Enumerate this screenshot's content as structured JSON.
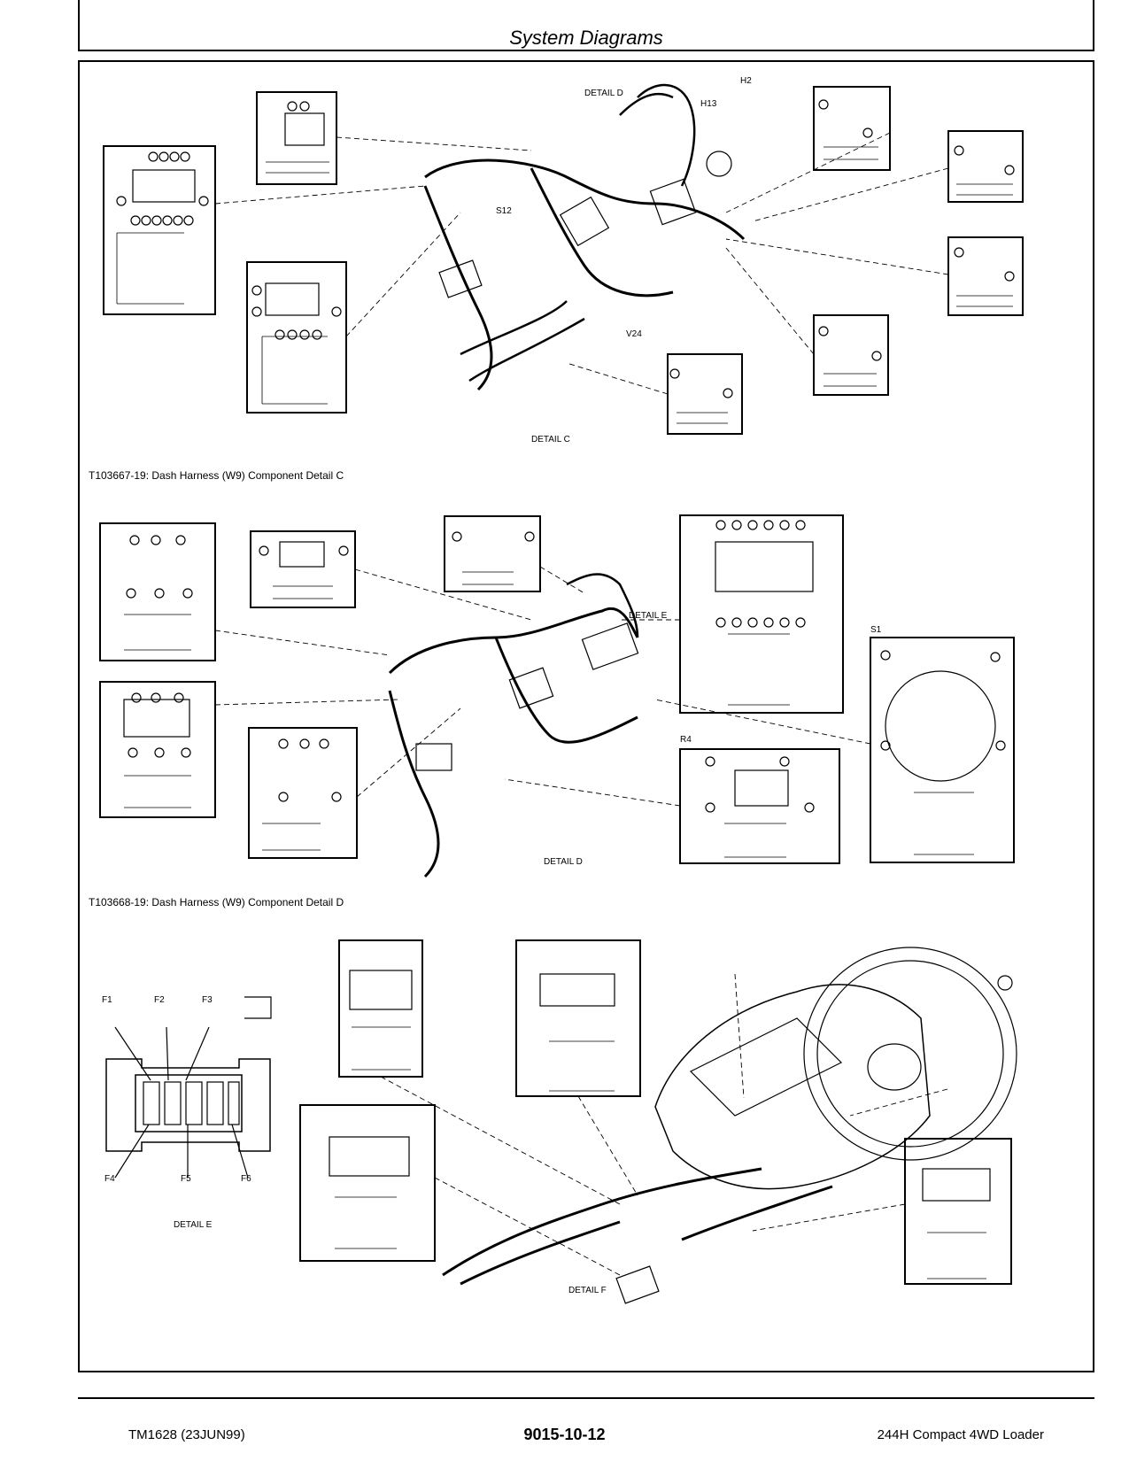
{
  "header": {
    "title": "System Diagrams"
  },
  "figures": [
    {
      "caption": "T103667-19: Dash Harness (W9) Component Detail C",
      "detail_label": "DETAIL C"
    },
    {
      "caption": "T103668-19: Dash Harness (W9) Component Detail D",
      "detail_label": "DETAIL D"
    }
  ],
  "detail_e": {
    "label": "DETAIL E",
    "fuses_top": [
      "F1",
      "F2",
      "F3"
    ],
    "fuses_bottom": [
      "F4",
      "F5",
      "F6"
    ]
  },
  "detail_f": {
    "label": "DETAIL F"
  },
  "components_c": [
    "H13",
    "H2",
    "S12",
    "V24"
  ],
  "components_d": [
    "S1",
    "R4"
  ],
  "callouts_c": [
    "DETAIL D"
  ],
  "callouts_d": [
    "DETAIL E"
  ],
  "footer": {
    "left": "TM1628 (23JUN99)",
    "center": "9015-10-12",
    "right": "244H Compact 4WD Loader"
  }
}
